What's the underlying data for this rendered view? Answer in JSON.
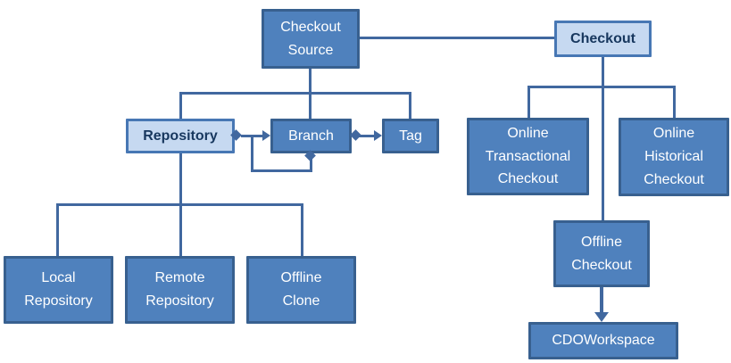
{
  "diagram": {
    "kind": "concept-hierarchy-diagram",
    "nodes": {
      "checkout_source": {
        "label": "Checkout\nSource",
        "style": "dark"
      },
      "checkout": {
        "label": "Checkout",
        "style": "light"
      },
      "repository": {
        "label": "Repository",
        "style": "light"
      },
      "branch": {
        "label": "Branch",
        "style": "dark"
      },
      "tag": {
        "label": "Tag",
        "style": "dark"
      },
      "online_transactional_checkout": {
        "label": "Online\nTransactional\nCheckout",
        "style": "dark"
      },
      "online_historical_checkout": {
        "label": "Online\nHistorical\nCheckout",
        "style": "dark"
      },
      "offline_checkout": {
        "label": "Offline\nCheckout",
        "style": "dark"
      },
      "cdo_workspace": {
        "label": "CDOWorkspace",
        "style": "dark"
      },
      "local_repository": {
        "label": "Local\nRepository",
        "style": "dark"
      },
      "remote_repository": {
        "label": "Remote\nRepository",
        "style": "dark"
      },
      "offline_clone": {
        "label": "Offline\nClone",
        "style": "dark"
      }
    },
    "edges": [
      {
        "from": "checkout_source",
        "to": "checkout",
        "type": "association"
      },
      {
        "from": "checkout_source",
        "to": "repository",
        "type": "hierarchy"
      },
      {
        "from": "checkout_source",
        "to": "branch",
        "type": "hierarchy"
      },
      {
        "from": "checkout_source",
        "to": "tag",
        "type": "hierarchy"
      },
      {
        "from": "repository",
        "to": "branch",
        "type": "aggregation-arrow"
      },
      {
        "from": "branch",
        "to": "branch",
        "type": "self-aggregation-loop"
      },
      {
        "from": "branch",
        "to": "tag",
        "type": "aggregation-arrow"
      },
      {
        "from": "repository",
        "to": "local_repository",
        "type": "hierarchy"
      },
      {
        "from": "repository",
        "to": "remote_repository",
        "type": "hierarchy"
      },
      {
        "from": "repository",
        "to": "offline_clone",
        "type": "hierarchy"
      },
      {
        "from": "checkout",
        "to": "online_transactional_checkout",
        "type": "hierarchy"
      },
      {
        "from": "checkout",
        "to": "online_historical_checkout",
        "type": "hierarchy"
      },
      {
        "from": "checkout",
        "to": "offline_checkout",
        "type": "hierarchy"
      },
      {
        "from": "offline_checkout",
        "to": "cdo_workspace",
        "type": "directed-arrow"
      }
    ]
  },
  "colors": {
    "node_fill": "#4f81bd",
    "node_border": "#38608f",
    "node_text": "#ffffff",
    "highlight_fill": "#c6d9f1",
    "highlight_border": "#4777b4",
    "highlight_text": "#17375e",
    "connector": "#41689f",
    "background": "#ffffff"
  }
}
